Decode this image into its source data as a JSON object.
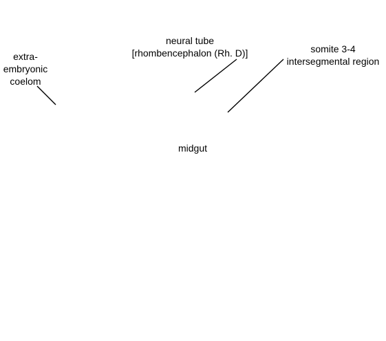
{
  "labels": {
    "extraembryonic_coelom": [
      "extra-",
      "embryonic",
      "coelom"
    ],
    "neural_tube": [
      "neural tube",
      "[rhombencephalon (Rh. D)]"
    ],
    "somite": [
      "somite 3-4",
      "intersegmental region"
    ],
    "midgut": "midgut"
  },
  "colors": {
    "background": "#ffffff",
    "text": "#000000",
    "leader_lines": "#000000"
  }
}
